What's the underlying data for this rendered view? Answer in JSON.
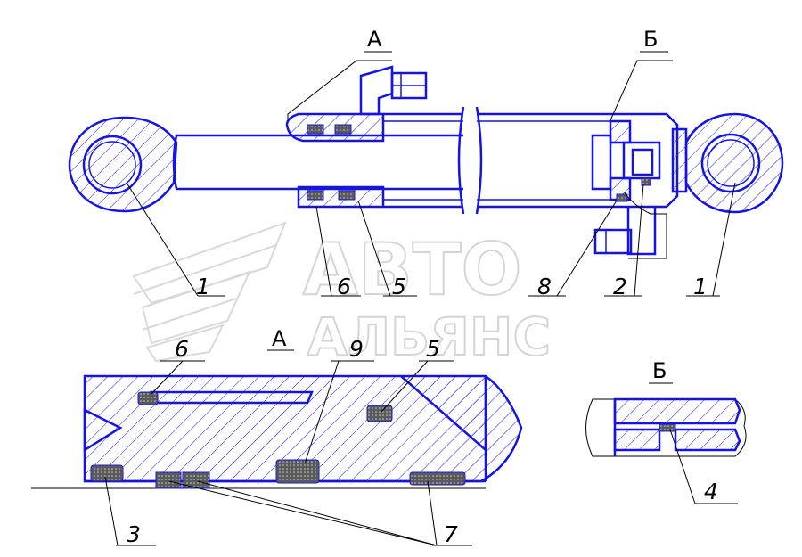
{
  "views": {
    "detail_a": "А",
    "detail_b": "Б",
    "detail_a_title": "А",
    "detail_b_title": "Б"
  },
  "callouts": {
    "left_eye": "1",
    "right_eye": "1",
    "seal_6": "6",
    "seal_5": "5",
    "seal_8": "8",
    "seal_2": "2",
    "detail_6": "6",
    "detail_9": "9",
    "detail_5": "5",
    "detail_3": "3",
    "detail_7": "7",
    "detail_4": "4"
  },
  "watermark": {
    "line1": "АВТО",
    "line2": "АЛЬЯНС"
  },
  "colors": {
    "outline": "#1414e6",
    "leader": "#000000",
    "watermark": "#b4b4b4",
    "seal_fill": "#5a5a5a"
  }
}
